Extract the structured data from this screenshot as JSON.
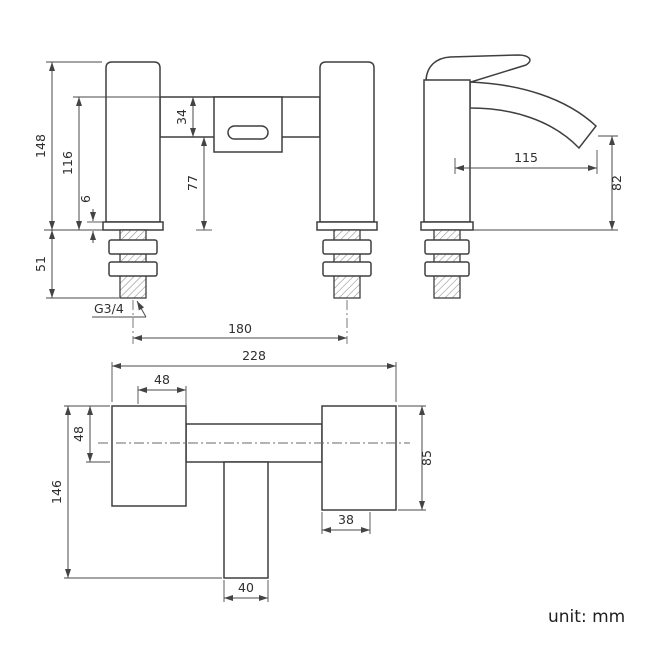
{
  "unit_label": "unit: mm",
  "colors": {
    "outline": "#3f3f3f",
    "dimension": "#4a4a4a",
    "text": "#2f2f2f"
  },
  "front_view": {
    "overall_height": "148",
    "body_height": "116",
    "base_plate_height": "6",
    "tail_length": "51",
    "bar_height": "34",
    "spout_to_deck": "77",
    "thread_label": "G3/4",
    "tap_centres": "180"
  },
  "side_view": {
    "spout_reach": "115",
    "spout_height": "82"
  },
  "plan_view": {
    "overall_width": "228",
    "body_width": "48",
    "body_depth": "48",
    "overall_depth": "146",
    "right_block_depth": "85",
    "right_block_width": "38",
    "spout_width": "40"
  }
}
